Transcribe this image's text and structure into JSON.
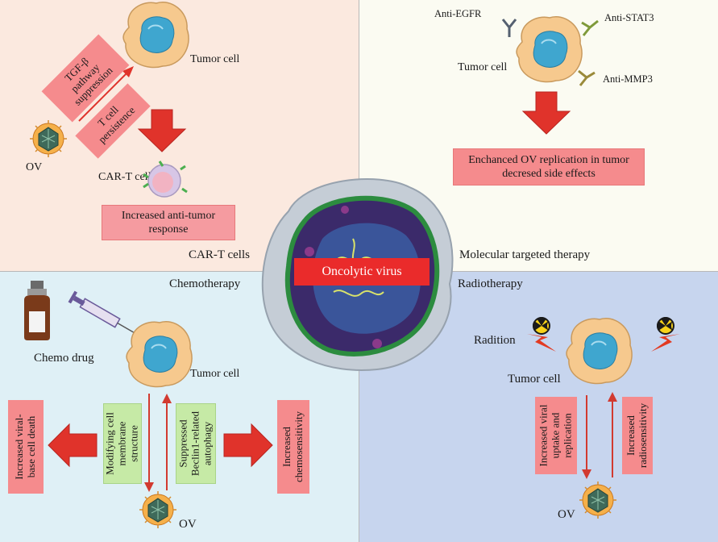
{
  "colors": {
    "car_t_bg": "#fbe9df",
    "targeted_bg": "#fbfbf2",
    "chemo_bg": "#dff0f6",
    "radio_bg": "#c7d5ee",
    "pink_box": "#f58b8d",
    "green_box": "#c6eaa6",
    "red_arrow": "#e0332b",
    "center_label": "#ea2b2b"
  },
  "center": {
    "label": "Oncolytic virus"
  },
  "quadrants": {
    "car_t": {
      "title": "CAR-T cells",
      "tumor_cell": "Tumor cell",
      "ov": "OV",
      "car_t_cell": "CAR-T cell",
      "box_tgf": "TGF-β pathway suppression",
      "box_tgf_lines": [
        "TGF-β",
        "pathway",
        "suppression"
      ],
      "box_persist_lines": [
        "T cell",
        "persistence"
      ],
      "result": "Increased anti-tumor response",
      "result_lines": [
        "Increased anti-tumor",
        "response"
      ]
    },
    "targeted": {
      "title": "Molecular targeted therapy",
      "tumor_cell": "Tumor cell",
      "anti_egfr": "Anti-EGFR",
      "anti_stat3": "Anti-STAT3",
      "anti_mmp3": "Anti-MMP3",
      "result_lines": [
        "Enchanced OV replication in tumor",
        "decresed side effects"
      ]
    },
    "chemo": {
      "title": "Chemotherapy",
      "drug": "Chemo drug",
      "tumor_cell": "Tumor cell",
      "ov": "OV",
      "left_box_lines": [
        "Increased viral-",
        "base cell death"
      ],
      "green1_lines": [
        "Modifying cell",
        "membrane",
        "structure"
      ],
      "green2_lines": [
        "Suppressed",
        "Beclin1-related",
        "autophagy"
      ],
      "right_box_lines": [
        "Increased",
        "chemosensitivity"
      ]
    },
    "radio": {
      "title": "Radiotherapy",
      "radiation": "Radition",
      "tumor_cell": "Tumor cell",
      "ov": "OV",
      "box1_lines": [
        "Increased viral",
        "uptake and",
        "replication"
      ],
      "box2_lines": [
        "Increased",
        "radiosensitivity"
      ]
    }
  }
}
